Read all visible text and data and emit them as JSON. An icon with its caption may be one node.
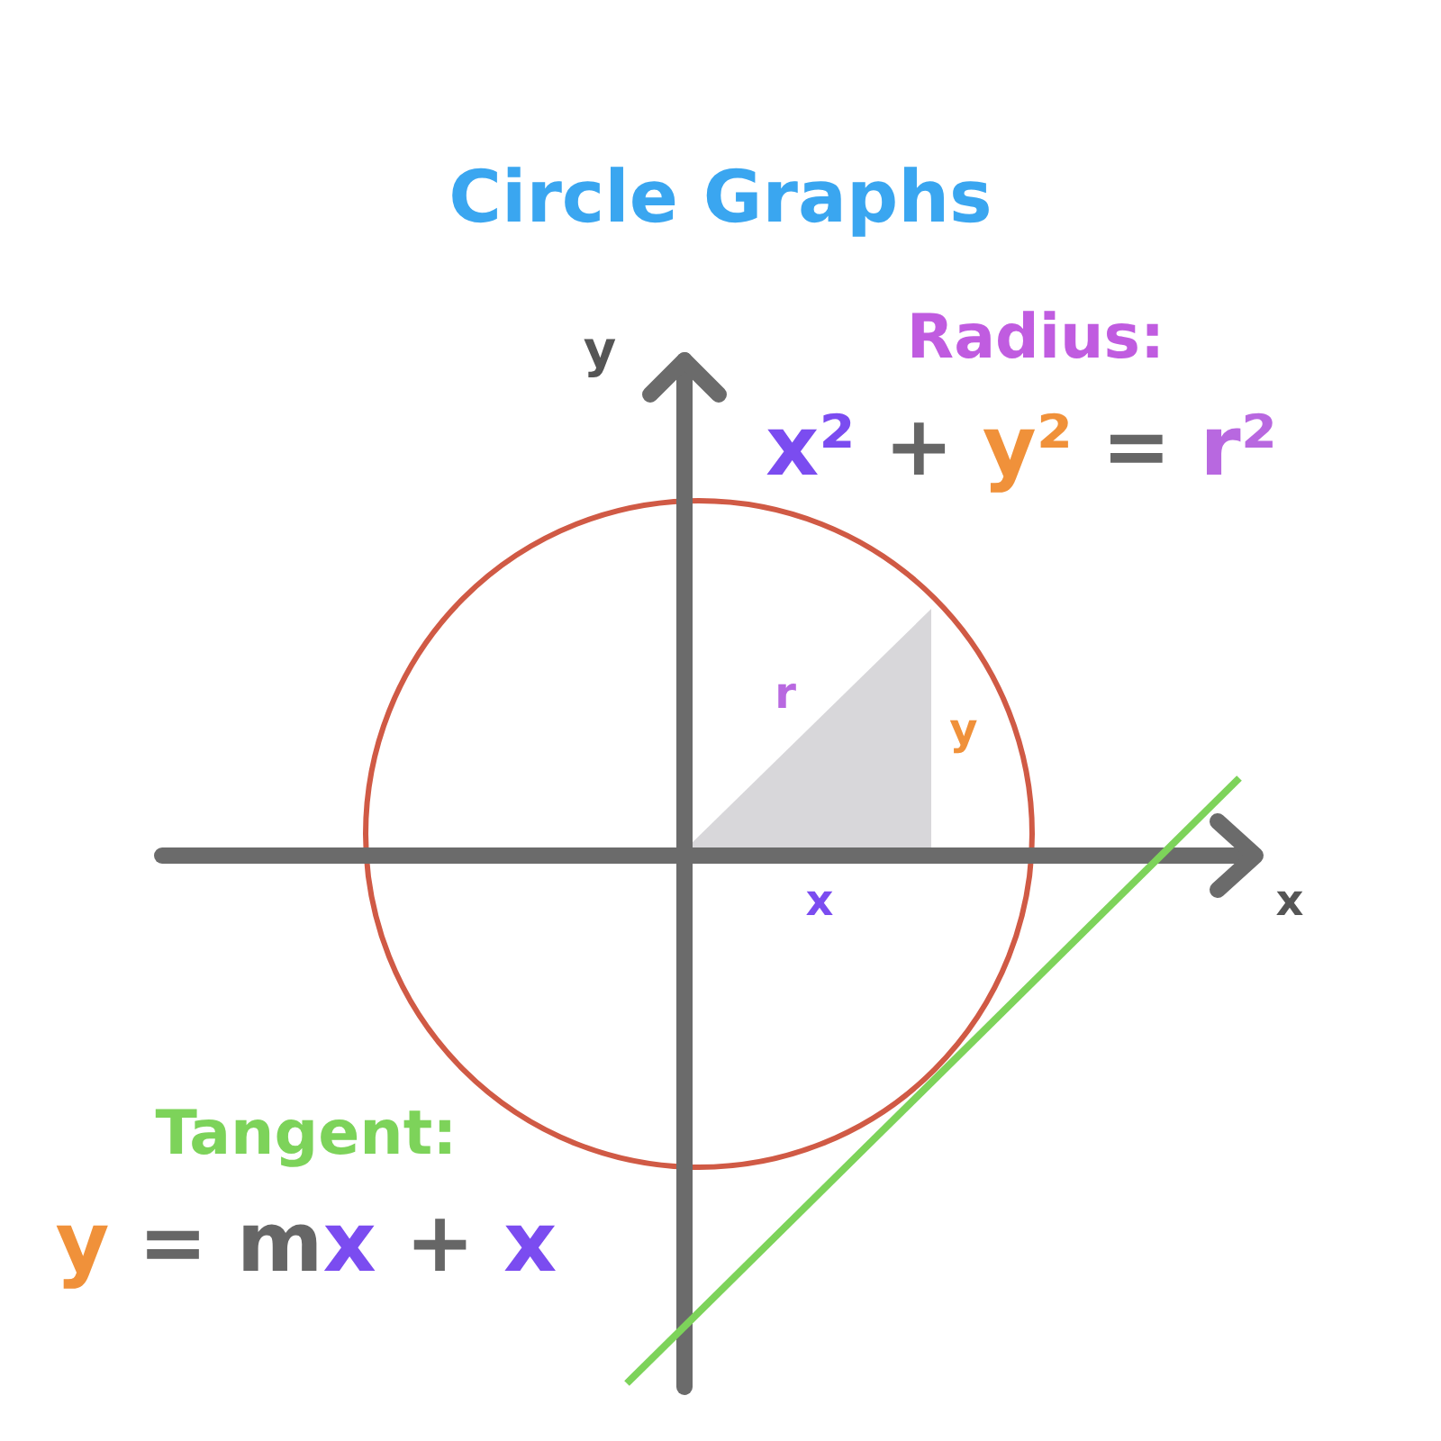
{
  "diagram": {
    "title": "Circle Graphs",
    "labels": [
      "y",
      "Radius:",
      "x² + y² = r²",
      "r",
      "y",
      "x",
      "x",
      "Tangent:",
      "y = mx + x"
    ]
  }
}
